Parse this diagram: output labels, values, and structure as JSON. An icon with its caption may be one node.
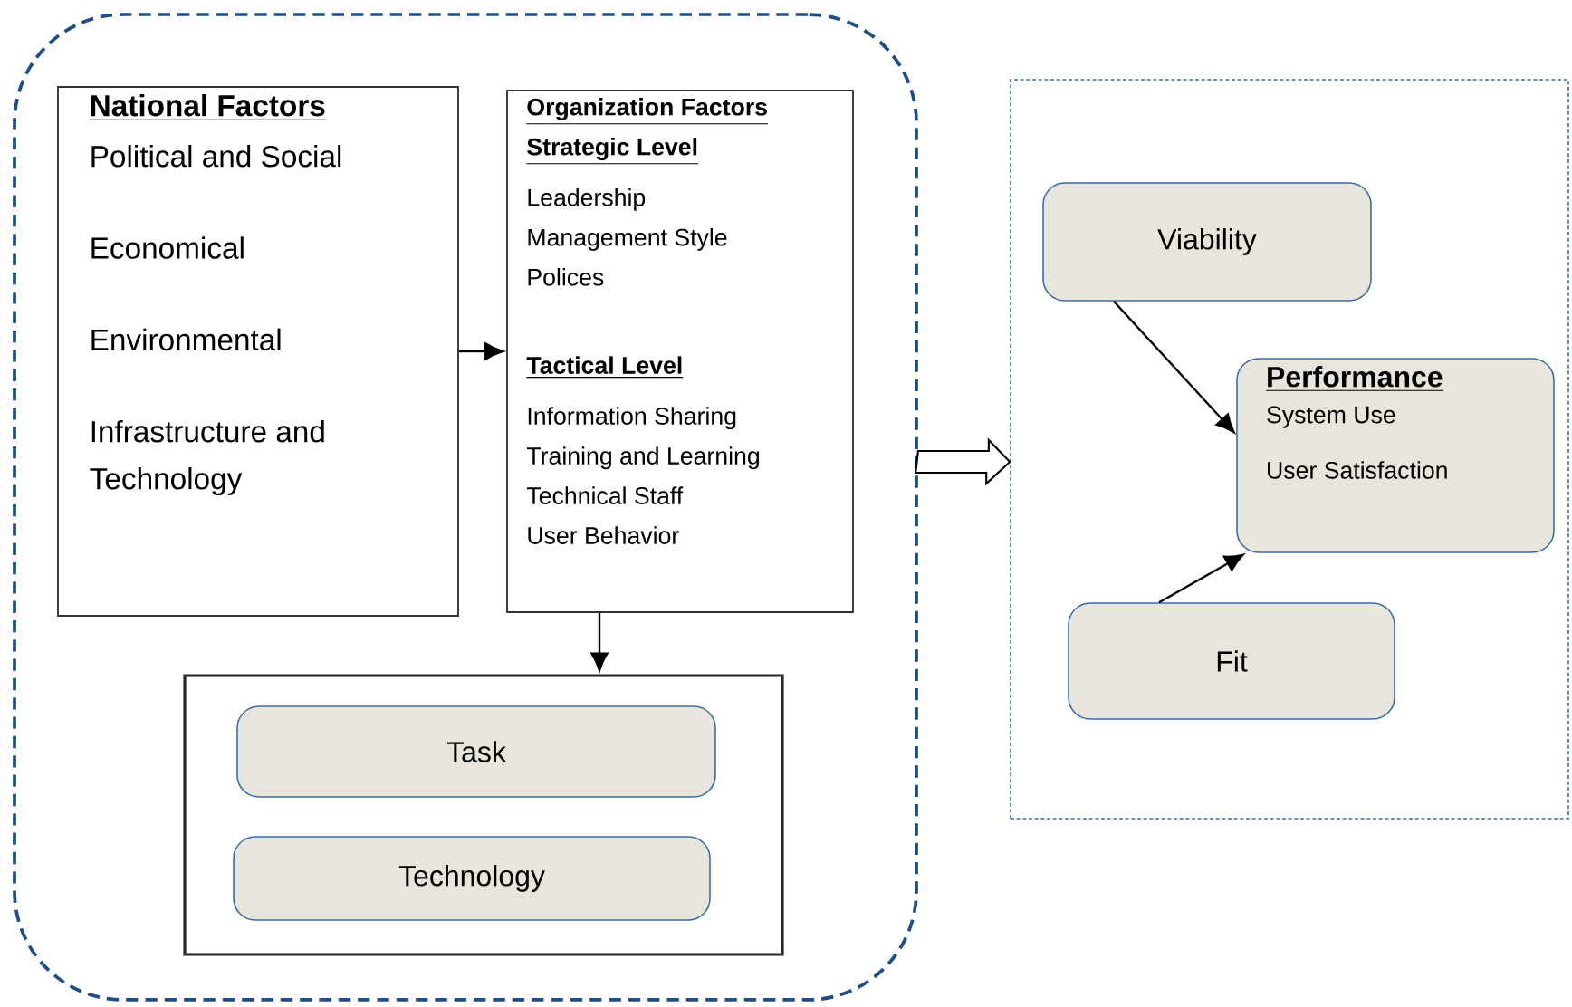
{
  "diagram": {
    "nodes": [
      {
        "text": [],
        "shape": "box"
      },
      {
        "text": [
          "National Factors",
          "Political and Social",
          "Economical",
          "Environmental",
          "Infrastructure and Technology"
        ],
        "in": 0
      },
      {
        "text": [
          "Organization Factors",
          "Strategic Level",
          "Leadership",
          "Management Style",
          "Polices",
          "Tactical Level",
          "Information Sharing",
          "Training and Learning",
          "Technical Staff",
          "User Behavior"
        ],
        "in": 0
      },
      {
        "text": [],
        "shape": "box",
        "in": 0
      },
      {
        "text": [
          "Task"
        ],
        "in": 3
      },
      {
        "text": [
          "Technology"
        ],
        "in": 3
      },
      {
        "text": [],
        "shape": "box"
      },
      {
        "text": [
          "Viability"
        ],
        "in": 6
      },
      {
        "text": [
          "Performance",
          "System Use",
          "User Satisfaction"
        ],
        "in": 6
      },
      {
        "text": [
          "Fit"
        ],
        "in": 6
      }
    ],
    "edges": [
      {
        "from": 1,
        "to": 2,
        "arrow": "to"
      },
      {
        "from": 2,
        "to": 3,
        "arrow": "to"
      },
      {
        "from": 0,
        "to": 6,
        "arrow": "to"
      },
      {
        "from": 7,
        "to": 8,
        "arrow": "to"
      },
      {
        "from": 9,
        "to": 8,
        "arrow": "to"
      }
    ]
  }
}
